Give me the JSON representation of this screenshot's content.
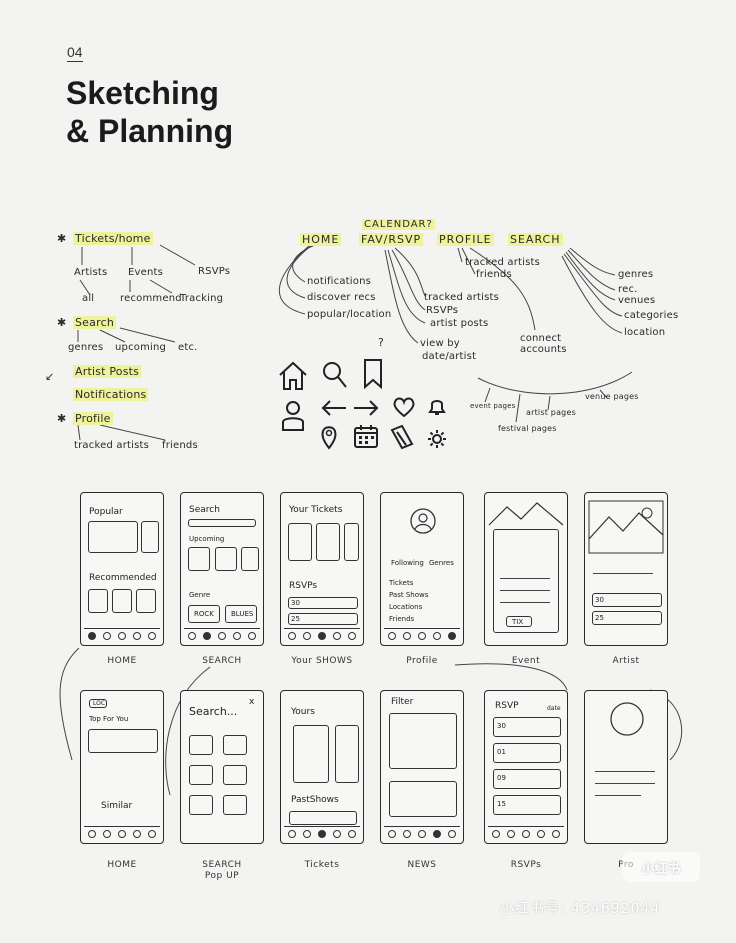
{
  "header": {
    "section_number": "04",
    "title_line1": "Sketching",
    "title_line2": "& Planning"
  },
  "site_map": {
    "left": {
      "tickets_home": "Tickets/home",
      "artists": "Artists",
      "events": "Events",
      "rsvps": "RSVPs",
      "all": "all",
      "recommend": "recommend",
      "tracking": "Tracking",
      "search": "Search",
      "genres": "genres",
      "upcoming": "upcoming",
      "etc": "etc.",
      "artist_posts": "Artist Posts",
      "notifications": "Notifications",
      "profile": "Profile",
      "tracked_artists": "tracked artists",
      "friends": "friends"
    },
    "top_nav": {
      "home": "HOME",
      "calendar": "CALENDAR?",
      "fav_rsvp": "FAV/RSVP",
      "profile": "PROFILE",
      "search": "SEARCH"
    },
    "home_children": [
      "notifications",
      "discover recs",
      "popular/location"
    ],
    "fav_children": [
      "tracked artists",
      "RSVPs",
      "artist posts",
      "view by",
      "date/artist"
    ],
    "profile_children": [
      "tracked artists",
      "friends",
      "connect",
      "accounts"
    ],
    "search_children": [
      "genres",
      "rec.",
      "venues",
      "categories",
      "location"
    ],
    "pages": [
      "event pages",
      "artist pages",
      "festival pages",
      "venue pages"
    ],
    "question_mark": "?"
  },
  "icons": [
    "home-icon",
    "search-icon",
    "bookmark-icon",
    "user-icon",
    "arrow-left-icon",
    "arrow-right-icon",
    "heart-icon",
    "bell-icon",
    "location-pin-icon",
    "calendar-icon",
    "ticket-icon",
    "gear-icon"
  ],
  "wireframes_row1": [
    {
      "label": "HOME",
      "texts": [
        "Popular",
        "Recommended"
      ]
    },
    {
      "label": "SEARCH",
      "texts": [
        "Search",
        "Upcoming",
        "Genre",
        "ROCK",
        "BLUES"
      ]
    },
    {
      "label": "Your SHOWS",
      "texts": [
        "Your Tickets",
        "RSVPs",
        "30",
        "25"
      ]
    },
    {
      "label": "Profile",
      "texts": [
        "Following",
        "Genres",
        "Tickets",
        "Past Shows",
        "Locations",
        "Friends"
      ]
    },
    {
      "label": "Event",
      "texts": [
        "TIX"
      ]
    },
    {
      "label": "Artist",
      "texts": [
        "30",
        "25"
      ]
    }
  ],
  "wireframes_row2": [
    {
      "label": "HOME",
      "texts": [
        "LOC",
        "Top For You",
        "Similar"
      ]
    },
    {
      "label": "SEARCH",
      "label2": "Pop UP",
      "texts": [
        "Search...",
        "x"
      ]
    },
    {
      "label": "Tickets",
      "texts": [
        "Yours",
        "PastShows"
      ]
    },
    {
      "label": "NEWS",
      "texts": [
        "Filter"
      ]
    },
    {
      "label": "RSVPs",
      "texts": [
        "RSVP",
        "date",
        "30",
        "01",
        "09",
        "15"
      ]
    },
    {
      "label": "Pro",
      "texts": []
    }
  ],
  "watermark": {
    "badge": "小红书",
    "text": "小红书号: 434692044"
  },
  "colors": {
    "background": "#f3f3f1",
    "highlight": "#eef29a",
    "ink": "#2a2a2a"
  }
}
